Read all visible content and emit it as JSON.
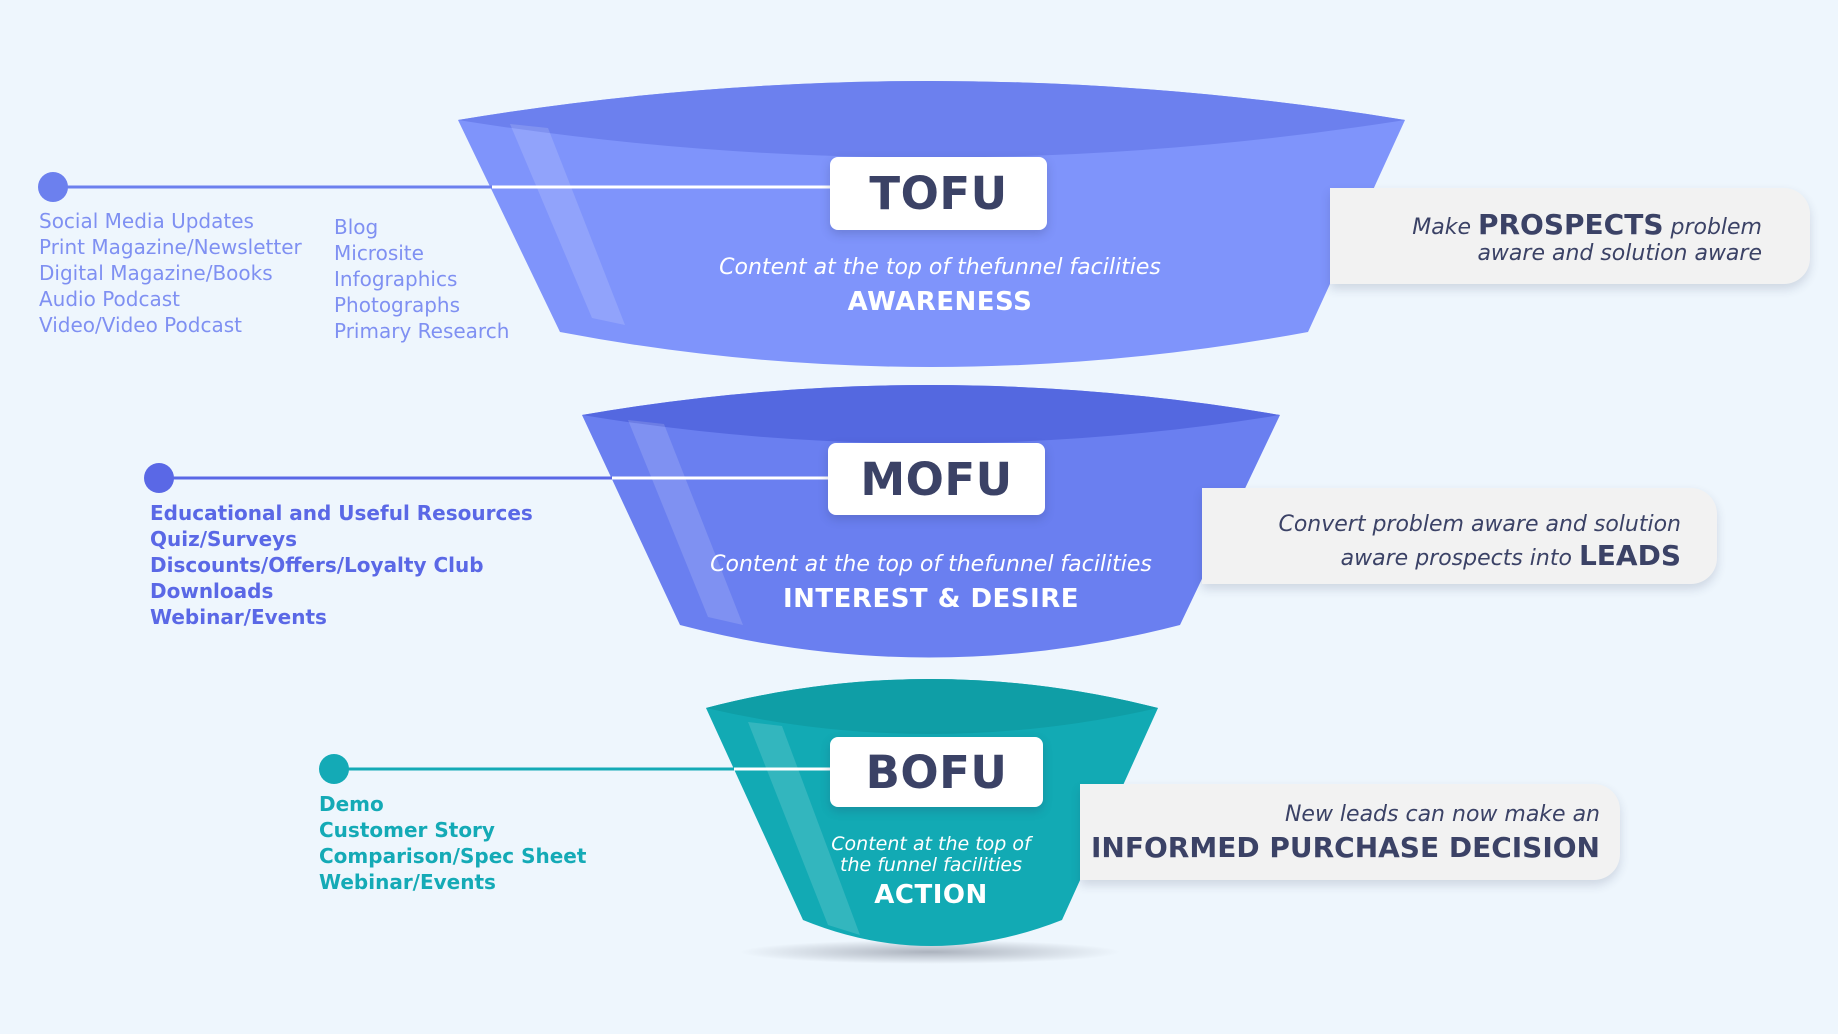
{
  "colors": {
    "background": "#eef6fd",
    "tofu": "#7f94fb",
    "tofu_rim": "#6c80ee",
    "mofu": "#6a7ff0",
    "mofu_rim": "#5468e0",
    "bofu": "#12aab4",
    "bofu_rim": "#0f9ea6",
    "tofu_text": "#7f90f2",
    "mofu_text": "#5a68e6",
    "bofu_text": "#14aab6",
    "label_text": "#3b4266"
  },
  "stages": [
    {
      "label": "TOFU",
      "description": "Content at the top of thefunnel facilities",
      "stage_name": "AWARENESS",
      "lists": [
        [
          "Social Media Updates",
          "Print Magazine/Newsletter",
          "Digital Magazine/Books",
          "Audio Podcast",
          "Video/Video Podcast"
        ],
        [
          "Blog",
          "Microsite",
          "Infographics",
          "Photographs",
          "Primary Research"
        ]
      ],
      "callout": {
        "pre": "Make ",
        "strong": "PROSPECTS",
        "post1": " problem",
        "post2": "aware and solution aware"
      }
    },
    {
      "label": "MOFU",
      "description": "Content at the top of thefunnel facilities",
      "stage_name": "INTEREST & DESIRE",
      "lists": [
        [
          "Educational and Useful Resources",
          "Quiz/Surveys",
          "Discounts/Offers/Loyalty Club",
          "Downloads",
          "Webinar/Events"
        ]
      ],
      "callout": {
        "line1": "Convert problem aware and solution",
        "pre": "aware prospects into ",
        "strong": "LEADS"
      }
    },
    {
      "label": "BOFU",
      "description_line1": "Content at the top of",
      "description_line2": "the funnel facilities",
      "stage_name": "ACTION",
      "lists": [
        [
          "Demo",
          "Customer Story",
          "Comparison/Spec Sheet",
          "Webinar/Events"
        ]
      ],
      "callout": {
        "line1": "New leads can now make an",
        "strong": "INFORMED PURCHASE DECISION"
      }
    }
  ]
}
